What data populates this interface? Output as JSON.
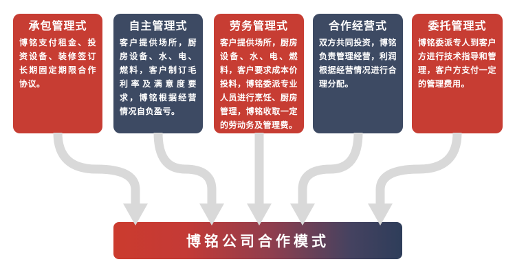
{
  "diagram": {
    "description_note": "five cooperation-mode cards flowing into summary bar",
    "footer": {
      "label": "博铭公司合作模式"
    },
    "cards": [
      {
        "title": "承包管理式",
        "body": "博铭支付租金、投资设备、装修签订长期固定期限合作协议。",
        "color": "red"
      },
      {
        "title": "自主管理式",
        "body": "客户提供场所，厨房设备、水、电、燃料，客户制订毛利率及满意度要求，博铭根据经营情况自负盈亏。",
        "color": "dark"
      },
      {
        "title": "劳务管理式",
        "body": "客户提供场所，厨房设备、水、电、燃料，客户要求成本价投料，博铭委派专业人员进行烹饪、厨房管理，博铭收取一定的劳动务及管理费。",
        "color": "red"
      },
      {
        "title": "合作经营式",
        "body": "双方共同投资，博铭负责管理经营，利润根据经营情况进行合理分配。",
        "color": "dark"
      },
      {
        "title": "委托管理式",
        "body": "博铭委派专人到客户方进行技术指导和管理，客户方支付一定的管理费用。",
        "color": "red"
      }
    ],
    "colors": {
      "card_red": "#c73d33",
      "card_dark": "#3d4a63",
      "arrow_gray": "#d9d9d9",
      "bar_gradient_left": "#cb3b2e",
      "bar_gradient_right": "#2e3d5a",
      "text": "#ffffff",
      "background": "#ffffff"
    }
  }
}
